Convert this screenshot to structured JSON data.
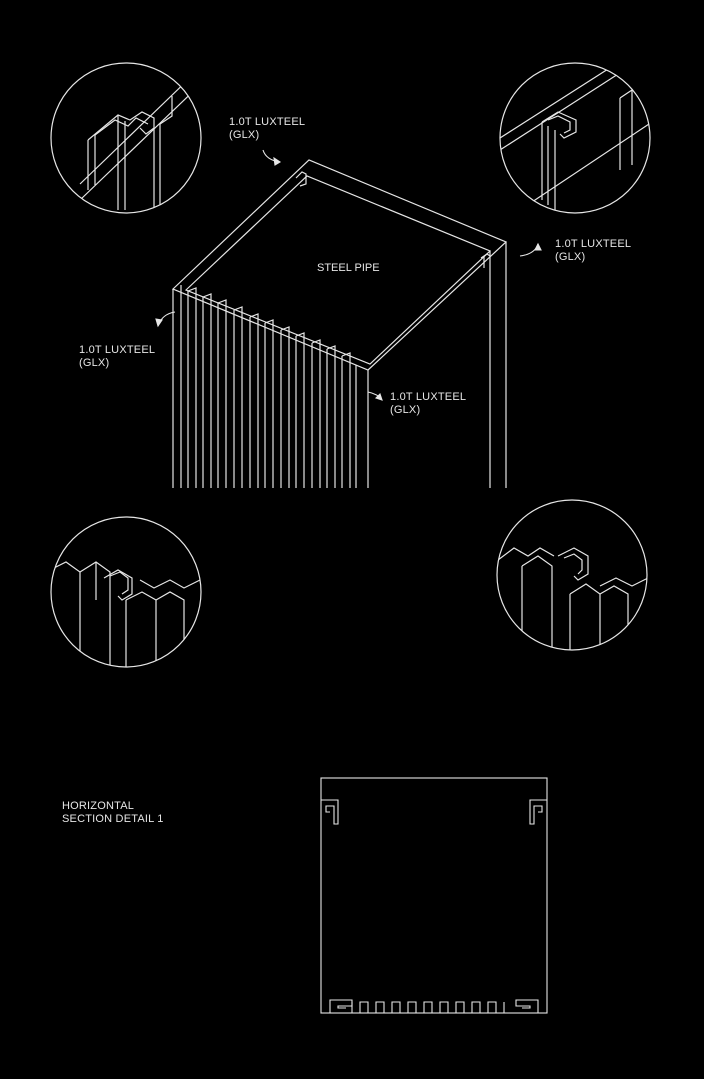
{
  "diagram": {
    "callouts": [
      {
        "id": "top-left",
        "line1": "1.0T LUXTEEL",
        "line2": "(GLX)"
      },
      {
        "id": "right",
        "line1": "1.0T LUXTEEL",
        "line2": "(GLX)"
      },
      {
        "id": "left",
        "line1": "1.0T LUXTEEL",
        "line2": "(GLX)"
      },
      {
        "id": "front",
        "line1": "1.0T LUXTEEL",
        "line2": "(GLX)"
      }
    ],
    "core_label": "STEEL PIPE",
    "section": {
      "line1": "HORIZONTAL",
      "line2": "SECTION DETAIL 1"
    }
  },
  "colors": {
    "background": "#000000",
    "line": "#e6e6e6"
  }
}
